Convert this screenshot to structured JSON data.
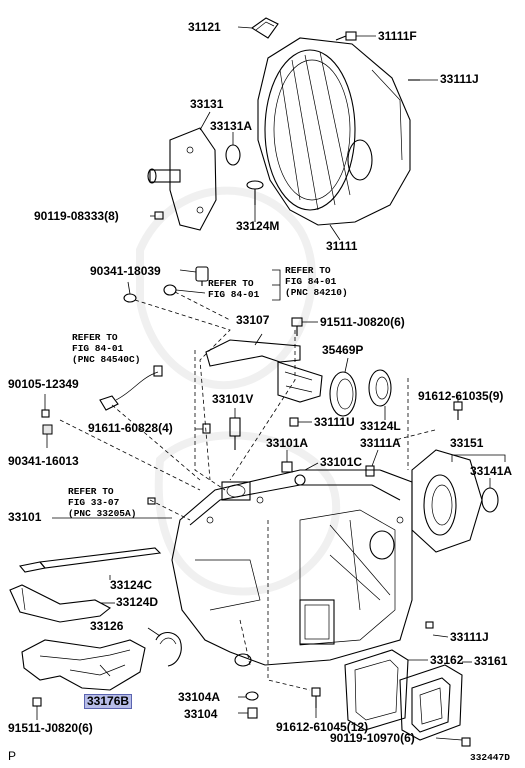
{
  "labels": {
    "p31121": "31121",
    "p31111F": "31111F",
    "p33111J_top": "33111J",
    "p33131": "33131",
    "p33131A": "33131A",
    "p90119_08333": "90119-08333(8)",
    "p33124M": "33124M",
    "p31111": "31111",
    "p90341_18039": "90341-18039",
    "refer_84_01_a": "REFER TO\nFIG 84-01",
    "refer_84_01_b": "REFER TO\nFIG 84-01\n(PNC 84210)",
    "p33107": "33107",
    "p91511_J0820_top": "91511-J0820(6)",
    "refer_84_01_c": "REFER TO\nFIG 84-01\n(PNC 84540C)",
    "p35469P": "35469P",
    "p90105_12349": "90105-12349",
    "p33101V": "33101V",
    "p91612_61035": "91612-61035(9)",
    "p91611_60828": "91611-60828(4)",
    "p33111U": "33111U",
    "p33124L": "33124L",
    "p90341_16013": "90341-16013",
    "p33101A": "33101A",
    "p33111A": "33111A",
    "p33151": "33151",
    "p33101C": "33101C",
    "p33141A": "33141A",
    "refer_33_07": "REFER TO\nFIG 33-07\n(PNC 33205A)",
    "p33101": "33101",
    "p33124C": "33124C",
    "p33124D": "33124D",
    "p33126": "33126",
    "p33111J_bot": "33111J",
    "p33162": "33162",
    "p33104A": "33104A",
    "p33161": "33161",
    "p33104": "33104",
    "p91612_61045": "91612-61045(12)",
    "p33176B": "33176B",
    "p91511_J0820_bot": "91511-J0820(6)",
    "p90119_10970": "90119-10970(6)",
    "corner_p": "P",
    "diagram_id": "332447D"
  },
  "highlight_color": "#b7bde8"
}
